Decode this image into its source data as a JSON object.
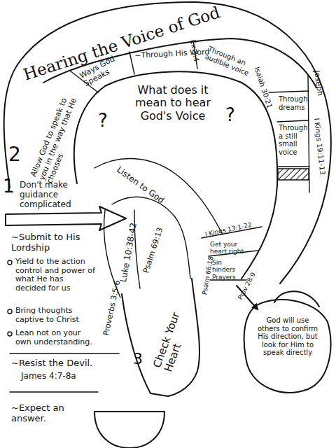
{
  "diagram": {
    "title": "Hearing the Voice of God",
    "nodes": [
      {
        "text": [
          "Ways God Speaks"
        ]
      },
      {
        "text": [
          "~Through His Word"
        ]
      },
      {
        "text": [
          "Through an audible voice"
        ]
      },
      {
        "text": [
          "Through dreams"
        ]
      },
      {
        "text": [
          "Through a still small voice"
        ]
      },
      {
        "text": [
          "What does it mean to hear God's Voice"
        ]
      },
      {
        "text": [
          "Check Your Heart"
        ]
      },
      {
        "text": [
          "God will use others to confirm His direction, but look for Him to speak directly"
        ]
      }
    ],
    "labels": [
      "2",
      "Allow God to speak to you in the way that He chooses",
      "Ex 3:4",
      "Isaiah 30:21",
      "Joseph",
      "I Kings 19:11-13",
      "?",
      "?",
      "1",
      "Don't make guidance complicated",
      "Listen to God",
      "Luke 10:38-42",
      "Psalm 69:13",
      "~Submit to His Lordship",
      "Yield to the action control and power of what He has decided for us",
      "Bring thoughts captive to Christ",
      "Lean not on your own understanding.",
      "Proverbs 3:5-6",
      "I Kings 13:1-22",
      "Get your heart right",
      "Psalm 66:18",
      "Sin hinders Prayers",
      "Prov 28:9",
      "3",
      "~Resist the Devil.",
      "James 4:7-8a",
      "~Expect an answer."
    ]
  }
}
